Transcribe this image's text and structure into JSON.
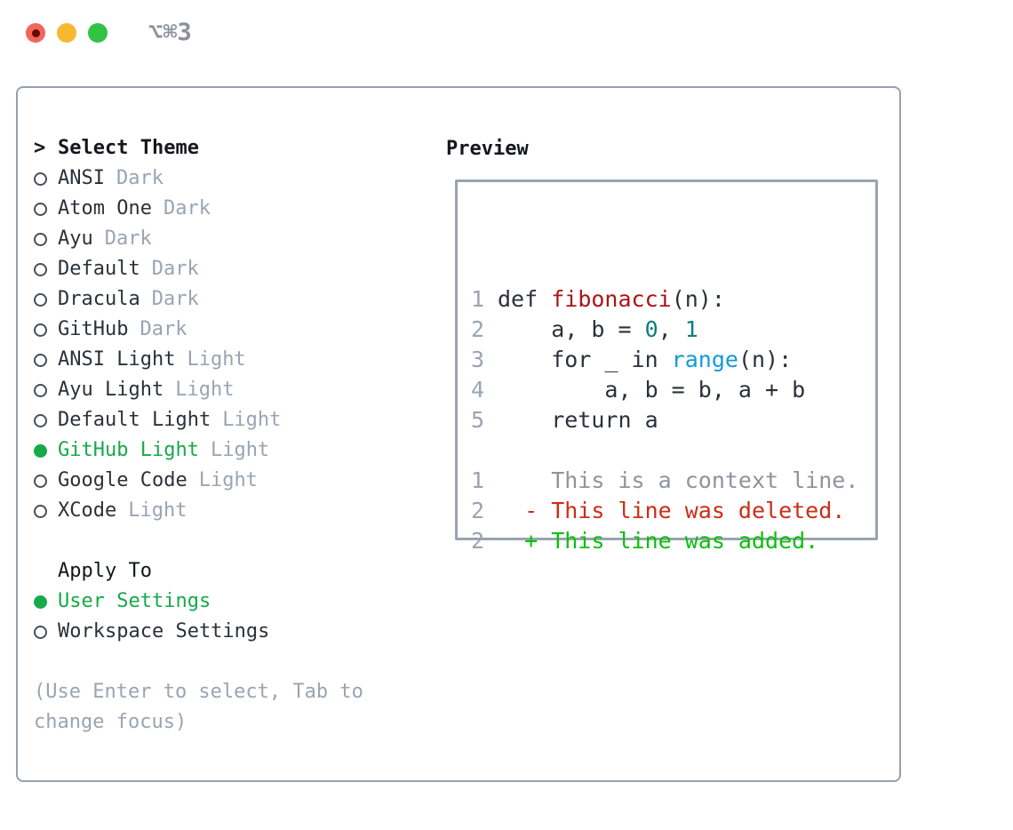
{
  "window": {
    "title": "⌥⌘3"
  },
  "titlebar_icons": [
    "close-traffic-light",
    "minimize-traffic-light",
    "zoom-traffic-light"
  ],
  "colors": {
    "accent_green": "#17a94a",
    "added_green": "#0cc00c",
    "deleted_red": "#cc2d16",
    "function_red": "#ab1418",
    "builtin_blue": "#119bd8",
    "number_teal": "#0e7d80",
    "muted_gray": "#9aa4b2",
    "context_gray": "#8d949d",
    "text_dark": "#2b313a",
    "border_gray": "#98a2ae",
    "traffic_red": "#f3655b",
    "traffic_yellow": "#f7b831",
    "traffic_green": "#33c246"
  },
  "theme_picker": {
    "header_prefix": ">",
    "header": "Select Theme",
    "items": [
      {
        "name": "ANSI",
        "variant": "Dark",
        "selected": false
      },
      {
        "name": "Atom One",
        "variant": "Dark",
        "selected": false
      },
      {
        "name": "Ayu",
        "variant": "Dark",
        "selected": false
      },
      {
        "name": "Default",
        "variant": "Dark",
        "selected": false
      },
      {
        "name": "Dracula",
        "variant": "Dark",
        "selected": false
      },
      {
        "name": "GitHub",
        "variant": "Dark",
        "selected": false
      },
      {
        "name": "ANSI Light",
        "variant": "Light",
        "selected": false
      },
      {
        "name": "Ayu Light",
        "variant": "Light",
        "selected": false
      },
      {
        "name": "Default Light",
        "variant": "Light",
        "selected": false
      },
      {
        "name": "GitHub Light",
        "variant": "Light",
        "selected": true
      },
      {
        "name": "Google Code",
        "variant": "Light",
        "selected": false
      },
      {
        "name": "XCode",
        "variant": "Light",
        "selected": false
      }
    ],
    "apply_to": {
      "header": "Apply To",
      "options": [
        {
          "label": "User Settings",
          "selected": true
        },
        {
          "label": "Workspace Settings",
          "selected": false
        }
      ]
    },
    "hint": "(Use Enter to select, Tab to change focus)"
  },
  "preview": {
    "header": "Preview",
    "code_lines": [
      {
        "num": "1",
        "tokens": [
          {
            "text": "def ",
            "style": "plain"
          },
          {
            "text": "fibonacci",
            "style": "function"
          },
          {
            "text": "(n):",
            "style": "plain"
          }
        ]
      },
      {
        "num": "2",
        "tokens": [
          {
            "text": "    a, b = ",
            "style": "plain"
          },
          {
            "text": "0",
            "style": "number"
          },
          {
            "text": ", ",
            "style": "plain"
          },
          {
            "text": "1",
            "style": "number"
          }
        ]
      },
      {
        "num": "3",
        "tokens": [
          {
            "text": "    for _ in ",
            "style": "plain"
          },
          {
            "text": "range",
            "style": "builtin"
          },
          {
            "text": "(n):",
            "style": "plain"
          }
        ]
      },
      {
        "num": "4",
        "tokens": [
          {
            "text": "        a, b = b, a + b",
            "style": "plain"
          }
        ]
      },
      {
        "num": "5",
        "tokens": [
          {
            "text": "    return a",
            "style": "plain"
          }
        ]
      }
    ],
    "diff_lines": [
      {
        "num": "1",
        "text": "    This is a context line.",
        "type": "context"
      },
      {
        "num": "2",
        "text": "  - This line was deleted.",
        "type": "deleted"
      },
      {
        "num": "2",
        "text": "  + This line was added.",
        "type": "added"
      }
    ]
  }
}
